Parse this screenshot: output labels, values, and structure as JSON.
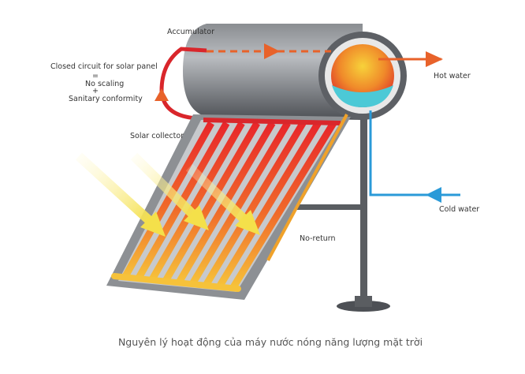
{
  "labels": {
    "accumulator": "Accumulator",
    "closed_circuit": "Closed circuit for solar panel",
    "equals": "=",
    "no_scaling": "No scaling",
    "plus": "+",
    "sanitary": "Sanitary conformity",
    "solar_collector": "Solar collector",
    "hot_water": "Hot water",
    "cold_water": "Cold water",
    "no_return": "No-return"
  },
  "caption": "Nguyên lý hoạt động của máy nước nóng năng lượng mặt trời",
  "colors": {
    "hot": "#e8622a",
    "cold": "#2a9ad8",
    "circuit": "#d9262b",
    "tank": "#6b6e72",
    "sun": "#f4e04a"
  }
}
